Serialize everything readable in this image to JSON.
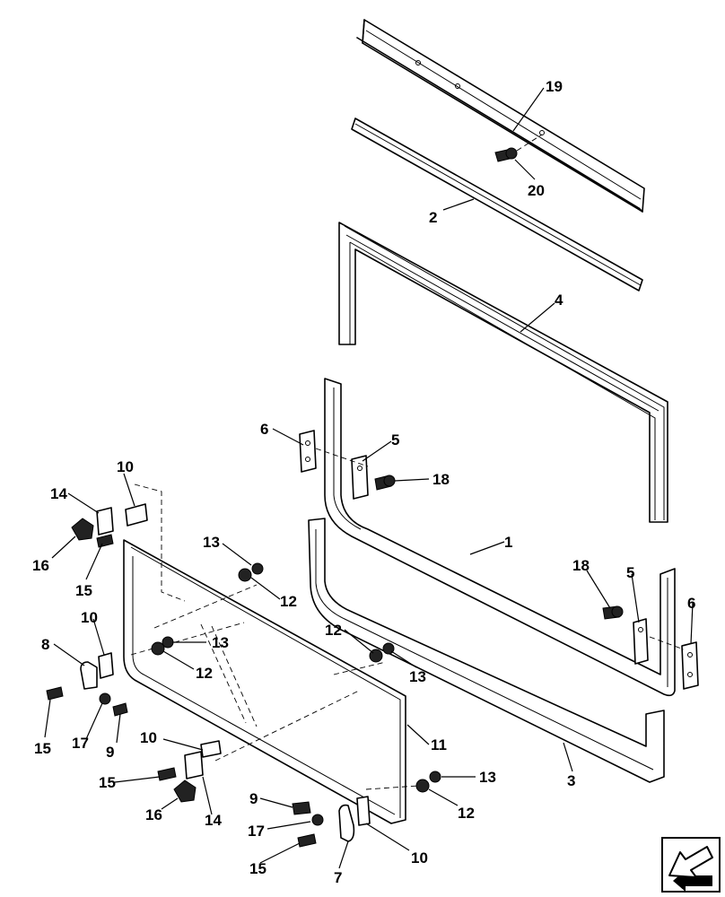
{
  "callouts": [
    {
      "id": "c19",
      "label": "19"
    },
    {
      "id": "c20",
      "label": "20"
    },
    {
      "id": "c2",
      "label": "2"
    },
    {
      "id": "c4",
      "label": "4"
    },
    {
      "id": "c6a",
      "label": "6"
    },
    {
      "id": "c5a",
      "label": "5"
    },
    {
      "id": "c18a",
      "label": "18"
    },
    {
      "id": "c1",
      "label": "1"
    },
    {
      "id": "c18b",
      "label": "18"
    },
    {
      "id": "c5b",
      "label": "5"
    },
    {
      "id": "c6b",
      "label": "6"
    },
    {
      "id": "c3",
      "label": "3"
    },
    {
      "id": "c10a",
      "label": "10"
    },
    {
      "id": "c14a",
      "label": "14"
    },
    {
      "id": "c16a",
      "label": "16"
    },
    {
      "id": "c15a",
      "label": "15"
    },
    {
      "id": "c13a",
      "label": "13"
    },
    {
      "id": "c12a",
      "label": "12"
    },
    {
      "id": "c10b",
      "label": "10"
    },
    {
      "id": "c8",
      "label": "8"
    },
    {
      "id": "c13b",
      "label": "13"
    },
    {
      "id": "c12b",
      "label": "12"
    },
    {
      "id": "c12c",
      "label": "12"
    },
    {
      "id": "c13c",
      "label": "13"
    },
    {
      "id": "c15b",
      "label": "15"
    },
    {
      "id": "c17a",
      "label": "17"
    },
    {
      "id": "c9a",
      "label": "9"
    },
    {
      "id": "c10c",
      "label": "10"
    },
    {
      "id": "c11",
      "label": "11"
    },
    {
      "id": "c15c",
      "label": "15"
    },
    {
      "id": "c16b",
      "label": "16"
    },
    {
      "id": "c14b",
      "label": "14"
    },
    {
      "id": "c13d",
      "label": "13"
    },
    {
      "id": "c12d",
      "label": "12"
    },
    {
      "id": "c9b",
      "label": "9"
    },
    {
      "id": "c17b",
      "label": "17"
    },
    {
      "id": "c15d",
      "label": "15"
    },
    {
      "id": "c7",
      "label": "7"
    },
    {
      "id": "c10d",
      "label": "10"
    }
  ],
  "navigation": {
    "icon": "previous-page-arrow-icon"
  }
}
